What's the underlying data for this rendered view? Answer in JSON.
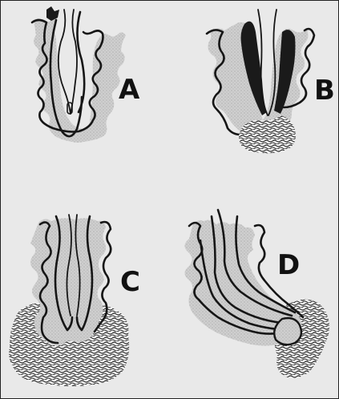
{
  "figure": {
    "panels": [
      {
        "id": "A",
        "label": "A"
      },
      {
        "id": "B",
        "label": "B"
      },
      {
        "id": "C",
        "label": "C"
      },
      {
        "id": "D",
        "label": "D"
      }
    ],
    "colors": {
      "background": "#e9e9e9",
      "stipple": "#b9b9b9",
      "outline": "#161616",
      "dark_mass": "#1a1a1a"
    }
  }
}
